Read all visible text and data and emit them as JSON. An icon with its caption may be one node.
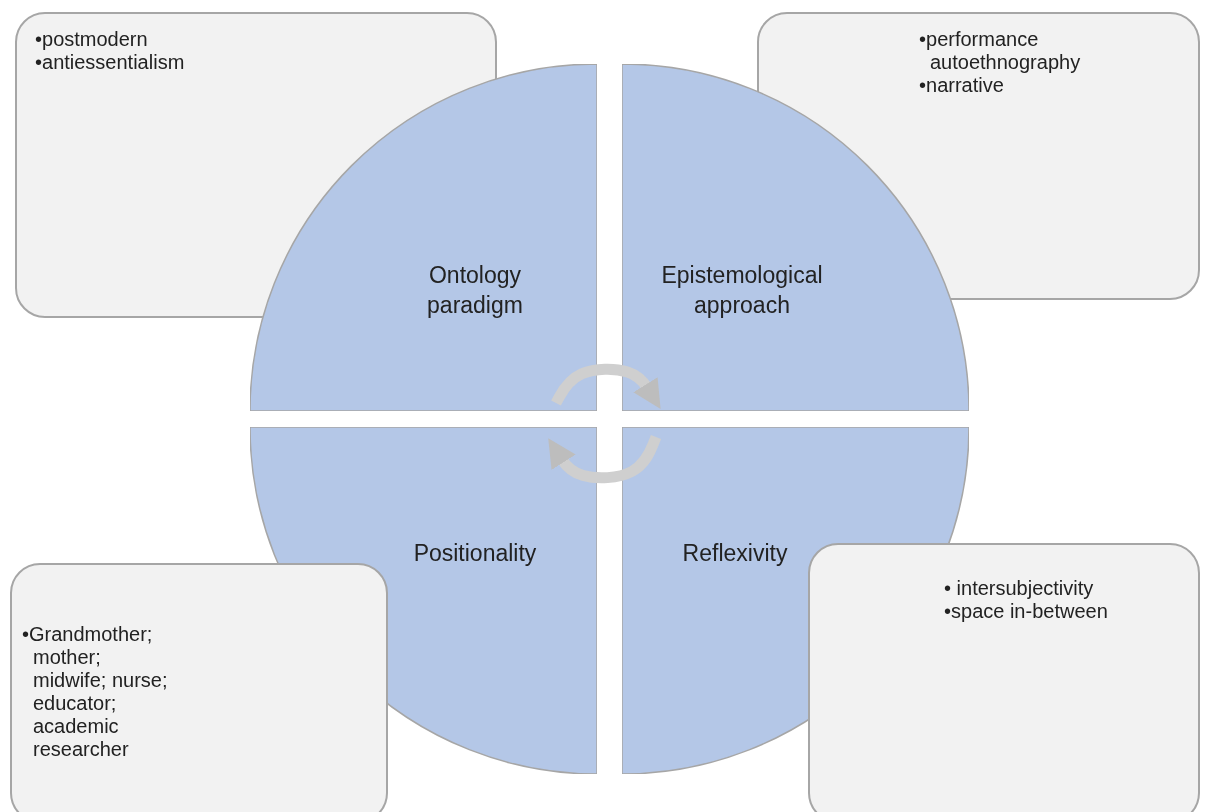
{
  "diagram": {
    "nodes": [
      {
        "text": [
          "•postmodern",
          "•antiessentialism"
        ]
      },
      {
        "text": [
          "•performance autoethnography",
          "•narrative"
        ]
      },
      {
        "text": [
          "Ontology paradigm"
        ]
      },
      {
        "text": [
          "Epistemological approach"
        ]
      },
      {
        "text": [
          "Positionality"
        ]
      },
      {
        "text": [
          "Reflexivity"
        ]
      },
      {
        "text": [
          "•Grandmother; mother; midwife; nurse; educator; academic researcher"
        ]
      },
      {
        "text": [
          "• intersubjectivity",
          "•space in-between"
        ]
      }
    ],
    "edges": [
      {
        "from": 2,
        "to": 3,
        "arrow": "to"
      },
      {
        "from": 5,
        "to": 4,
        "arrow": "to"
      }
    ]
  }
}
